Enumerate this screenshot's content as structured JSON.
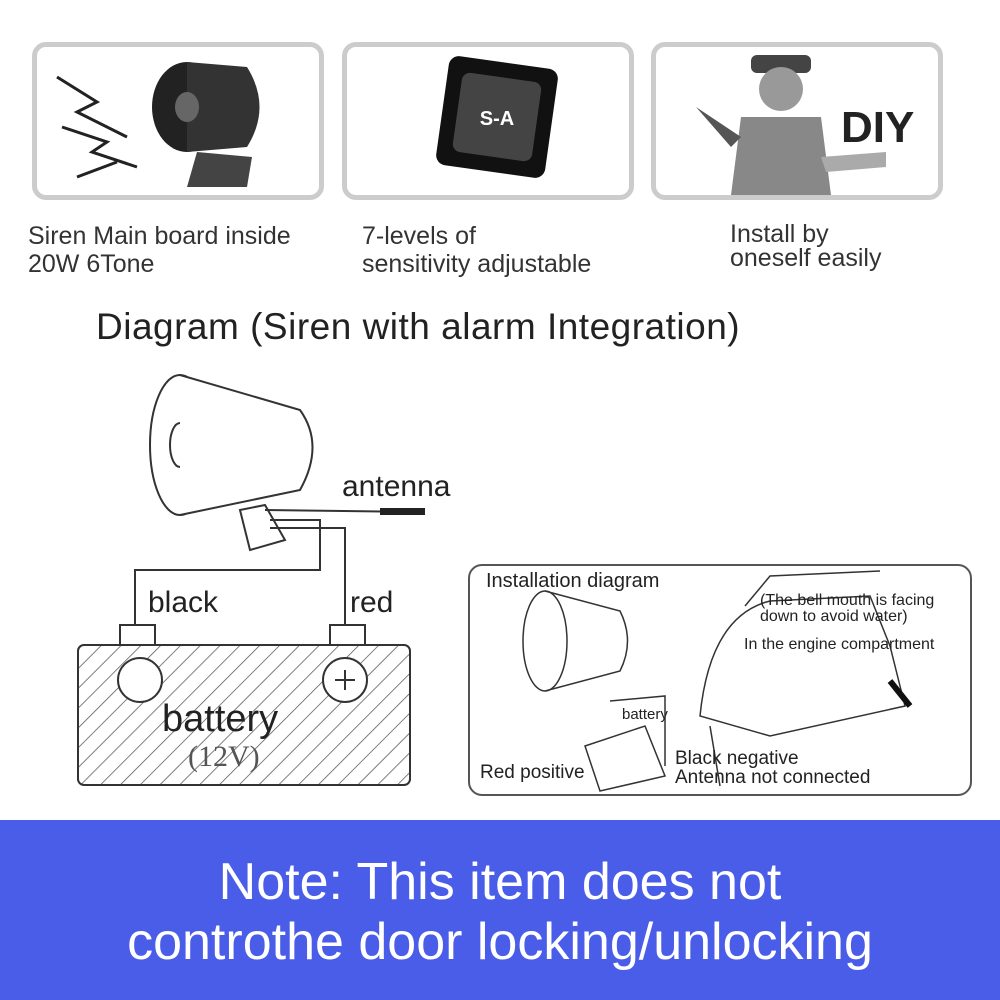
{
  "features": [
    {
      "caption_line1": "Siren Main board inside",
      "caption_line2": "20W 6Tone"
    },
    {
      "chip_label": "S-A",
      "caption_line1": "7-levels of",
      "caption_line2": "sensitivity adjustable"
    },
    {
      "badge": "DIY",
      "caption_line1": "Install by",
      "caption_line2": "oneself easily"
    }
  ],
  "diagram": {
    "title": "Diagram (Siren with alarm Integration)",
    "antenna": "antenna",
    "black": "black",
    "red": "red",
    "battery": "battery",
    "voltage": "(12V)"
  },
  "installation": {
    "title": "Installation diagram",
    "note1": "(The bell mouth is facing",
    "note2": "down to avoid water)",
    "engine": "In the engine compartment",
    "battery": "battery",
    "red_positive": "Red positive",
    "black_negative": "Black negative",
    "antenna_note": "Antenna not connected"
  },
  "banner": {
    "line1": "Note: This item does not",
    "line2": "controthe door locking/unlocking"
  },
  "colors": {
    "banner": "#4a5de8"
  }
}
